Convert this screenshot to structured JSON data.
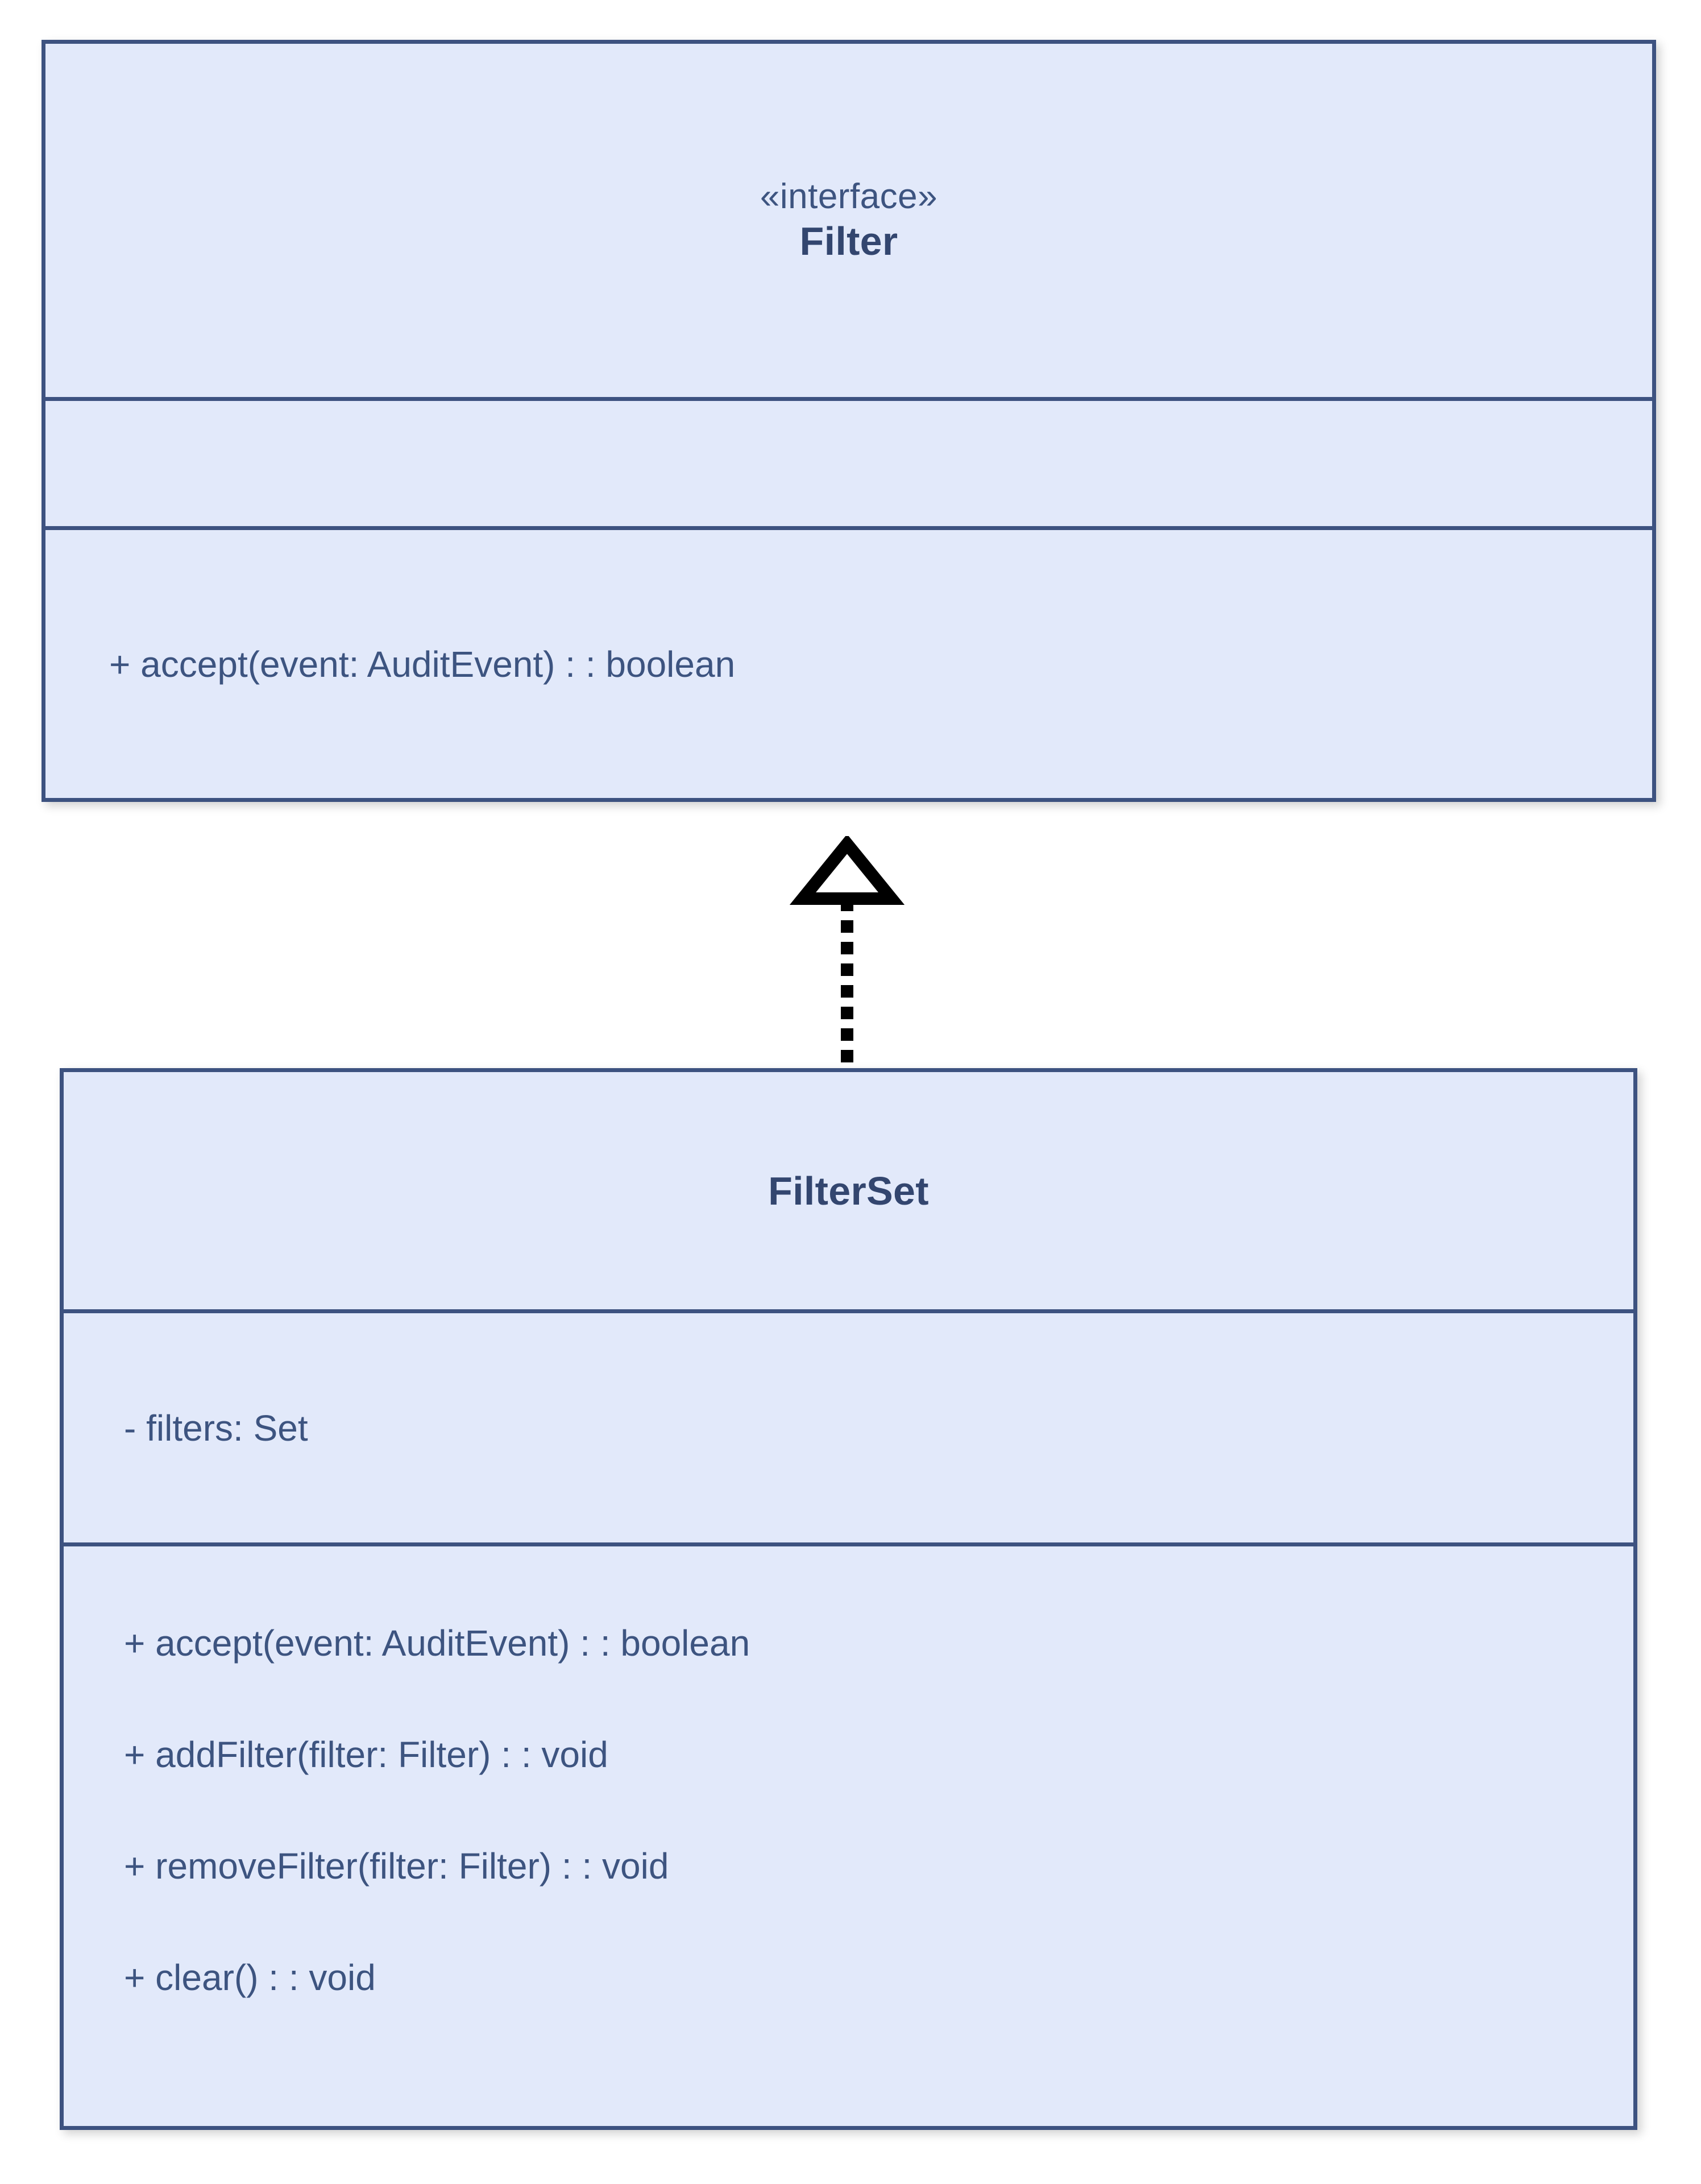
{
  "diagram": {
    "kind": "uml-class-diagram",
    "colors": {
      "box_fill": "#e2e9fa",
      "box_border": "#3d5280",
      "text": "#3d5480",
      "title_text": "#33466f",
      "connector": "#000000",
      "background": "#ffffff"
    },
    "classes": [
      {
        "id": "filter",
        "stereotype": "«interface»",
        "name": "Filter",
        "attributes": [],
        "operations": [
          "+ accept(event: AuditEvent) : : boolean"
        ]
      },
      {
        "id": "filterset",
        "stereotype": "",
        "name": "FilterSet",
        "attributes": [
          "- filters: Set"
        ],
        "operations": [
          "+ accept(event: AuditEvent) : : boolean",
          "+ addFilter(filter: Filter) : : void",
          "+ removeFilter(filter: Filter) : : void",
          "+ clear() : : void"
        ]
      }
    ],
    "relationships": [
      {
        "type": "realization",
        "source": "FilterSet",
        "target": "Filter",
        "line_style": "dotted",
        "arrowhead": "hollow-triangle"
      }
    ]
  }
}
